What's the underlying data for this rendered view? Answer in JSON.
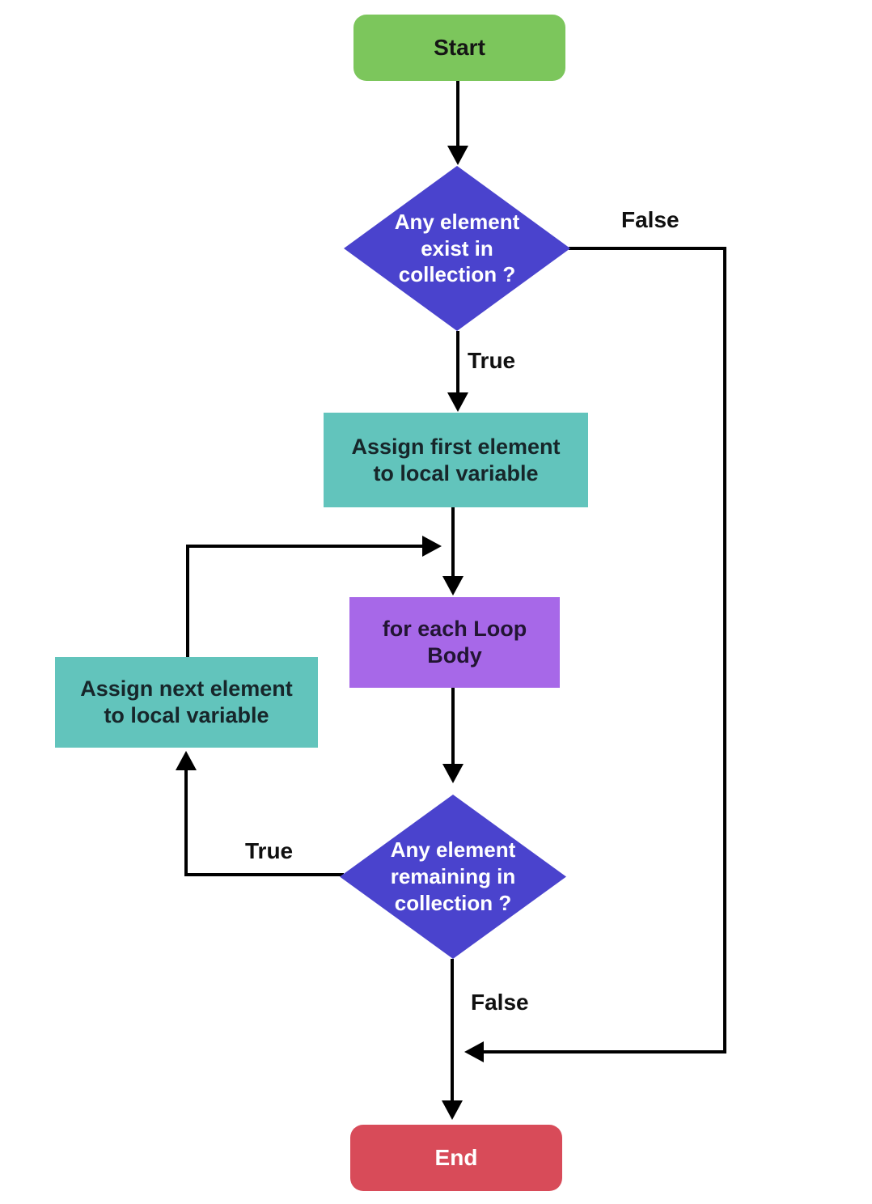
{
  "colors": {
    "background": "#ffffff",
    "line": "#000000",
    "start_fill": "#7cc65c",
    "decision_fill": "#4a43cd",
    "process_fill": "#62c4bc",
    "loop_body_fill": "#a768e8",
    "end_fill": "#d84b59",
    "dark_text": "#17262a",
    "light_text": "#ffffff"
  },
  "nodes": {
    "start": {
      "label": "Start"
    },
    "decision_exist": {
      "label": "Any element\nexist in\ncollection ?"
    },
    "assign_first": {
      "label": "Assign first element\nto local variable"
    },
    "loop_body": {
      "label": "for each Loop\nBody"
    },
    "assign_next": {
      "label": "Assign next element\nto local variable"
    },
    "decision_remaining": {
      "label": "Any element\nremaining in\ncollection ?"
    },
    "end": {
      "label": "End"
    }
  },
  "edge_labels": {
    "exist_false": "False",
    "exist_true": "True",
    "remaining_true": "True",
    "remaining_false": "False"
  }
}
